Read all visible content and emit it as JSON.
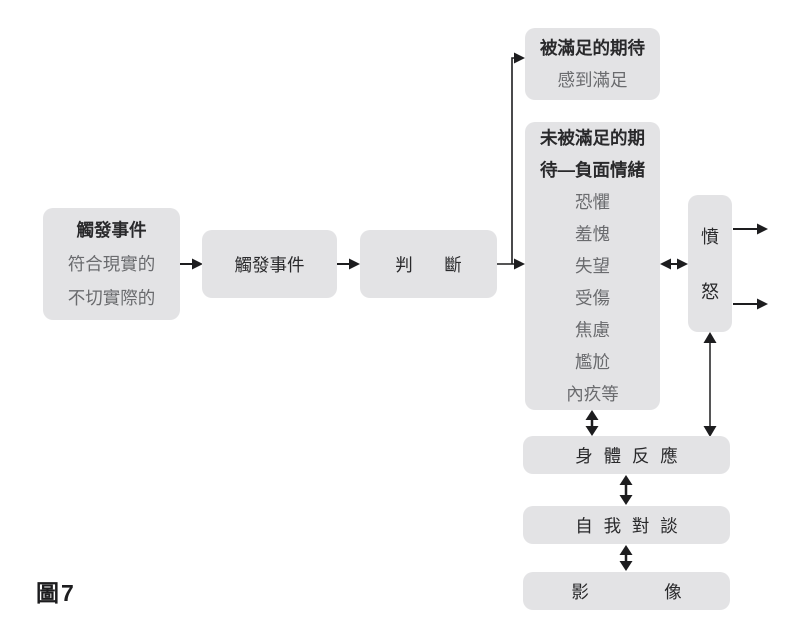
{
  "figure": {
    "caption": "圖7",
    "colors": {
      "background": "#ffffff",
      "box_fill": "#e3e3e5",
      "text_primary": "#29292b",
      "text_secondary": "#6a6b6e",
      "arrow": "#1d1d1f"
    }
  },
  "boxes": {
    "trigger_source": {
      "title": "觸發事件",
      "line1": "符合現實的",
      "line2": "不切實際的"
    },
    "trigger": {
      "label": "觸發事件"
    },
    "judgment": {
      "label": "判斷"
    },
    "met_expectation": {
      "title": "被滿足的期待",
      "subtitle": "感到滿足"
    },
    "unmet_expectation": {
      "title_line1": "未被滿足的期",
      "title_line2": "待—負面情緒",
      "emotions": [
        "恐懼",
        "羞愧",
        "失望",
        "受傷",
        "焦慮",
        "尷尬",
        "內疚等"
      ]
    },
    "anger": {
      "char1": "憤",
      "char2": "怒"
    },
    "body_response": {
      "label": "身體反應"
    },
    "self_talk": {
      "label": "自我對談"
    },
    "imagery": {
      "label": "影像"
    }
  }
}
